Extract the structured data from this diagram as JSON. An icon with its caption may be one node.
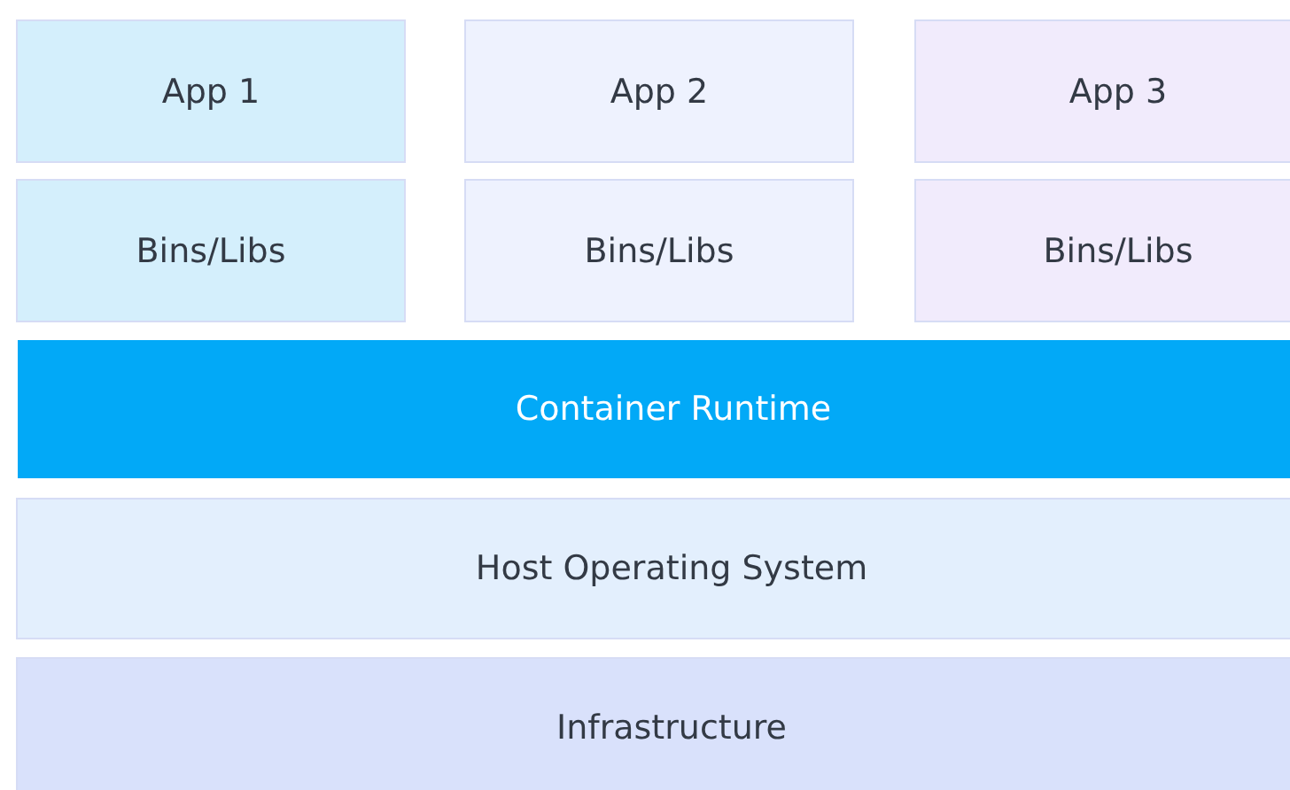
{
  "diagram": {
    "nodes": [
      {
        "text": [
          "App 1"
        ]
      },
      {
        "text": [
          "App 2"
        ]
      },
      {
        "text": [
          "App 3"
        ]
      },
      {
        "text": [
          "Bins/Libs"
        ]
      },
      {
        "text": [
          "Bins/Libs"
        ]
      },
      {
        "text": [
          "Bins/Libs"
        ]
      },
      {
        "text": [
          "Container Runtime"
        ]
      },
      {
        "text": [
          "Host Operating System"
        ]
      },
      {
        "text": [
          "Infrastructure"
        ]
      }
    ]
  }
}
